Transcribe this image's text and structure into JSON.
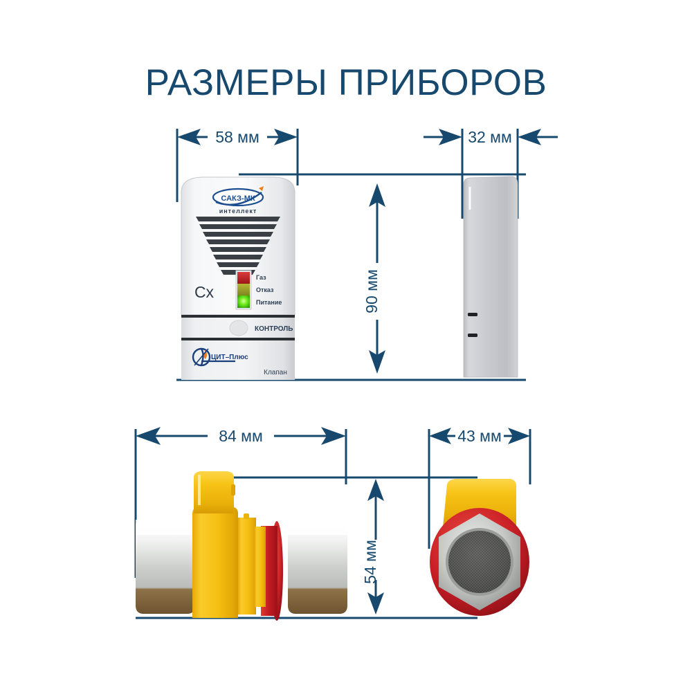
{
  "page": {
    "title": "РАЗМЕРЫ ПРИБОРОВ",
    "background_color": "#ffffff",
    "accent_color": "#17496e"
  },
  "dimensions": {
    "detector_width": "58 мм",
    "detector_depth": "32 мм",
    "detector_height": "90 мм",
    "valve_length": "84 мм",
    "valve_end_width": "43 мм",
    "valve_height": "54 мм"
  },
  "detector": {
    "brand_logo": "САКЗ-МК",
    "brand_sub": "интеллект",
    "model_label": "Cx",
    "leds": [
      {
        "label": "Газ",
        "color": "#c1252a",
        "state": "off"
      },
      {
        "label": "Отказ",
        "color": "#9aa02a",
        "state": "off"
      },
      {
        "label": "Питание",
        "color": "#4fd21a",
        "state": "on"
      }
    ],
    "control_button_label": "КОНТРОЛЬ",
    "manufacturer_logo": "ЦИТ–Плюс",
    "bottom_label": "Клапан",
    "body_color": "#eceef0",
    "side_view_color": "#c9ccd0"
  },
  "valve": {
    "body_color": "#f5c015",
    "flange_color": "#cf1f26",
    "nut_color_top": "#cfd2d0",
    "nut_color_bottom": "#8a6b43",
    "mesh_color": "#5e5e5e",
    "end_cap_color": "#f2b80c"
  },
  "views": [
    {
      "name": "detector-front-view"
    },
    {
      "name": "detector-side-view"
    },
    {
      "name": "valve-side-view"
    },
    {
      "name": "valve-end-view"
    }
  ]
}
